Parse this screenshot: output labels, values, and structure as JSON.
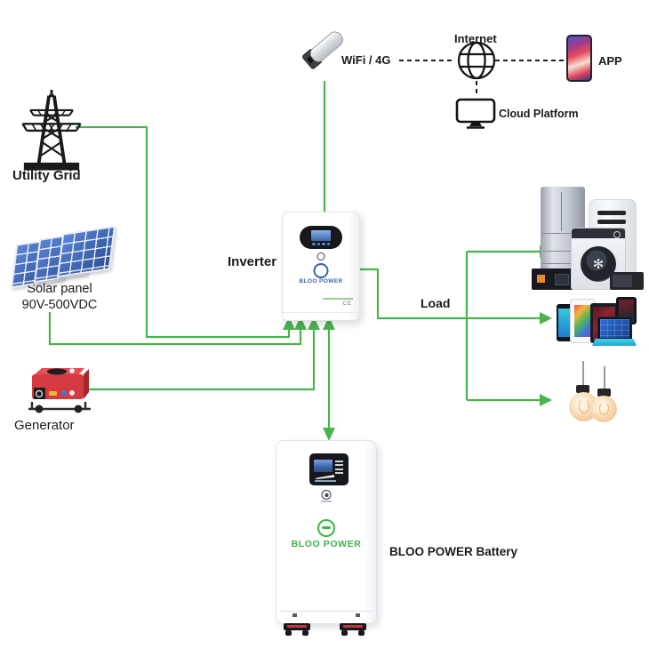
{
  "nodes": {
    "wifi": {
      "label": "WiFi / 4G"
    },
    "internet": {
      "label": "Internet"
    },
    "app": {
      "label": "APP"
    },
    "cloud_platform": {
      "label": "Cloud Platform"
    },
    "utility_grid": {
      "label": "Utility Grid"
    },
    "solar_panel": {
      "label": "Solar panel",
      "spec": "90V-500VDC"
    },
    "generator": {
      "label": "Generator"
    },
    "inverter": {
      "label": "Inverter",
      "brand": "BLOO POWER",
      "ce_mark": "CE"
    },
    "battery": {
      "label": "BLOO POWER Battery",
      "brand": "BLOO POWER"
    },
    "load": {
      "label": "Load"
    }
  },
  "edges": [
    {
      "from": "utility_grid",
      "to": "inverter",
      "style": "green-arrow"
    },
    {
      "from": "solar_panel",
      "to": "inverter",
      "style": "green-arrow"
    },
    {
      "from": "generator",
      "to": "inverter",
      "style": "green-arrow"
    },
    {
      "from": "inverter",
      "to": "battery",
      "style": "green-arrow-bidirectional"
    },
    {
      "from": "wifi",
      "to": "inverter",
      "style": "green-line"
    },
    {
      "from": "inverter",
      "to": "load-appliances",
      "style": "green-arrow"
    },
    {
      "from": "inverter",
      "to": "load-electronics",
      "style": "green-arrow"
    },
    {
      "from": "inverter",
      "to": "load-lights",
      "style": "green-arrow"
    },
    {
      "from": "wifi",
      "to": "internet",
      "style": "dashed"
    },
    {
      "from": "internet",
      "to": "app",
      "style": "dashed"
    },
    {
      "from": "internet",
      "to": "cloud_platform",
      "style": "dashed"
    }
  ],
  "colors": {
    "line_green": "#4cb251",
    "dash_black": "#1c1c1c",
    "solar_blue": "#3c63ae",
    "generator_red": "#d63a41",
    "inverter_brand_blue": "#3a5fae",
    "battery_brand_green": "#3cb54a"
  }
}
